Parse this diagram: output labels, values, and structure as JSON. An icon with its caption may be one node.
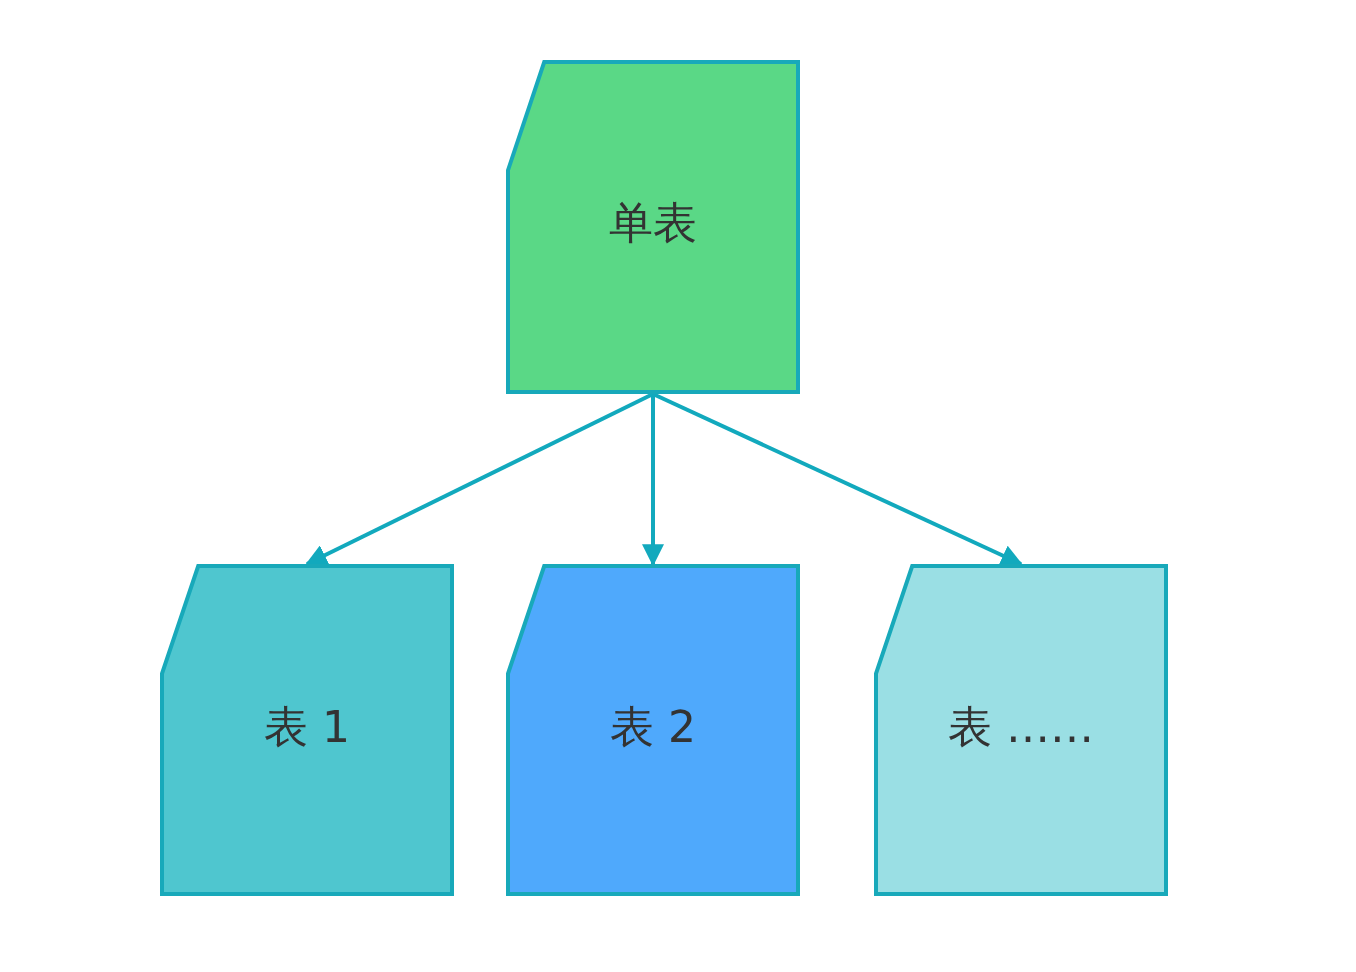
{
  "diagram": {
    "nodes": [
      {
        "text": [
          "单表"
        ]
      },
      {
        "text": [
          "表 1"
        ]
      },
      {
        "text": [
          "表 2"
        ]
      },
      {
        "text": [
          "表 ……"
        ]
      }
    ],
    "edges": [
      {
        "from": 0,
        "to": 1,
        "arrow": "to"
      },
      {
        "from": 0,
        "to": 2,
        "arrow": "to"
      },
      {
        "from": 0,
        "to": 3,
        "arrow": "to"
      }
    ]
  }
}
